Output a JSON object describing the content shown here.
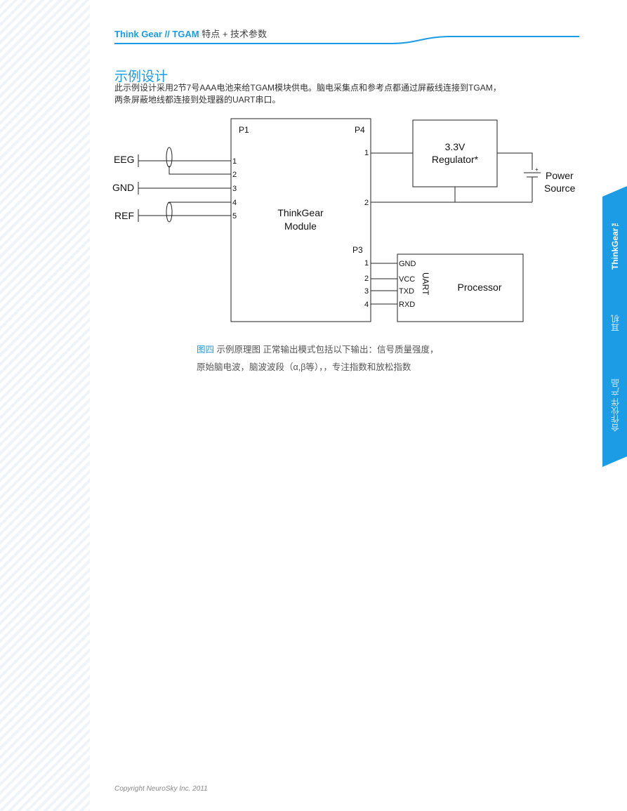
{
  "header": {
    "brand": "Think Gear // TGAM",
    "rest": " 特点 + 技术参数"
  },
  "section_title": "示例设计",
  "body": {
    "line1": "此示例设计采用2节7号AAA电池来给TGAM模块供电。脑电采集点和参考点都通过屏蔽线连接到TGAM，",
    "line2": "两条屏蔽地线都连接到处理器的UART串口。"
  },
  "schematic": {
    "p1": "P1",
    "p4": "P4",
    "p3": "P3",
    "eeg": "EEG",
    "gnd": "GND",
    "ref": "REF",
    "p1_pins": [
      "1",
      "2",
      "3",
      "4",
      "5"
    ],
    "p4_pins": [
      "1",
      "2"
    ],
    "p3_pins": [
      "1",
      "2",
      "3",
      "4"
    ],
    "module_line1": "ThinkGear",
    "module_line2": "Module",
    "regulator_line1": "3.3V",
    "regulator_line2": "Regulator*",
    "power_line1": "Power",
    "power_line2": "Source",
    "plus": "+",
    "uart_signals": [
      "GND",
      "VCC",
      "TXD",
      "RXD"
    ],
    "uart_label": "UART",
    "processor": "Processor"
  },
  "caption": {
    "fig_label": "图四",
    "line1_rest": " 示例原理图 正常输出模式包括以下输出：信号质量强度，",
    "line2": "原始脑电波，脑波波段（α,β等），，专注指数和放松指数"
  },
  "sidebar_tabs": [
    "ThinkGear™",
    "耳机",
    "合作伙伴 产品"
  ],
  "footer": "Copyright NeuroSky Inc. 2011",
  "colors": {
    "accent": "#1a9be6",
    "tab": "#1d9ce6"
  }
}
